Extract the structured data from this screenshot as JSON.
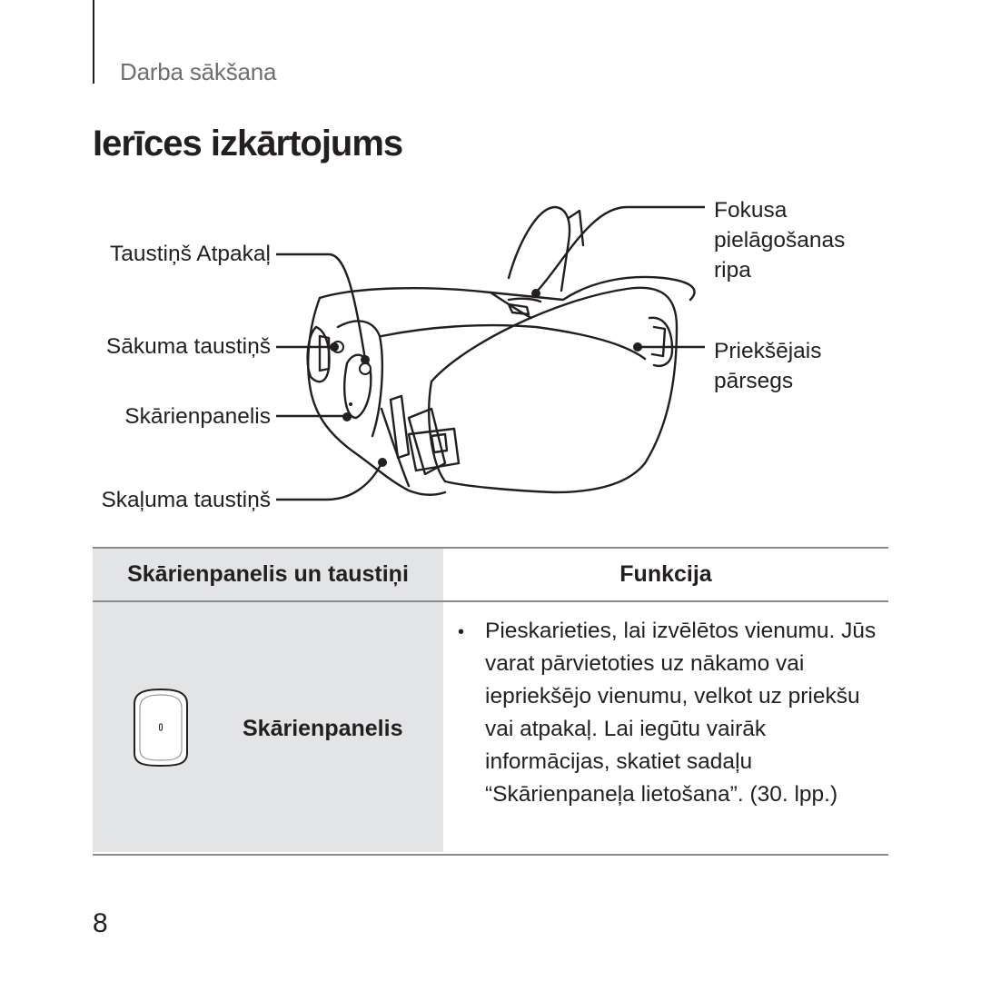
{
  "header": {
    "section": "Darba sākšana",
    "title": "Ierīces izkārtojums"
  },
  "diagram": {
    "callouts": {
      "back_key": "Taustiņš Atpakaļ",
      "home_key": "Sākuma taustiņš",
      "touchpad": "Skārienpanelis",
      "volume_key": "Skaļuma taustiņš",
      "focus_wheel": [
        "Fokusa",
        "pielāgošanas",
        "ripa"
      ],
      "front_cover": [
        "Priekšējais",
        "pārsegs"
      ]
    }
  },
  "table": {
    "headers": [
      "Skārienpanelis un taustiņi",
      "Funkcija"
    ],
    "rows": [
      {
        "key_name": "Skārienpanelis",
        "icon": "touchpad-icon",
        "function": "Pieskarieties, lai izvēlētos vienumu. Jūs varat pārvietoties uz nākamo vai iepriekšējo vienumu, velkot uz priekšu vai atpakaļ. Lai iegūtu vairāk informācijas, skatiet sadaļu “Skārienpaneļa lietošana”. (30. lpp.)"
      }
    ]
  },
  "footer": {
    "page_number": "8"
  }
}
